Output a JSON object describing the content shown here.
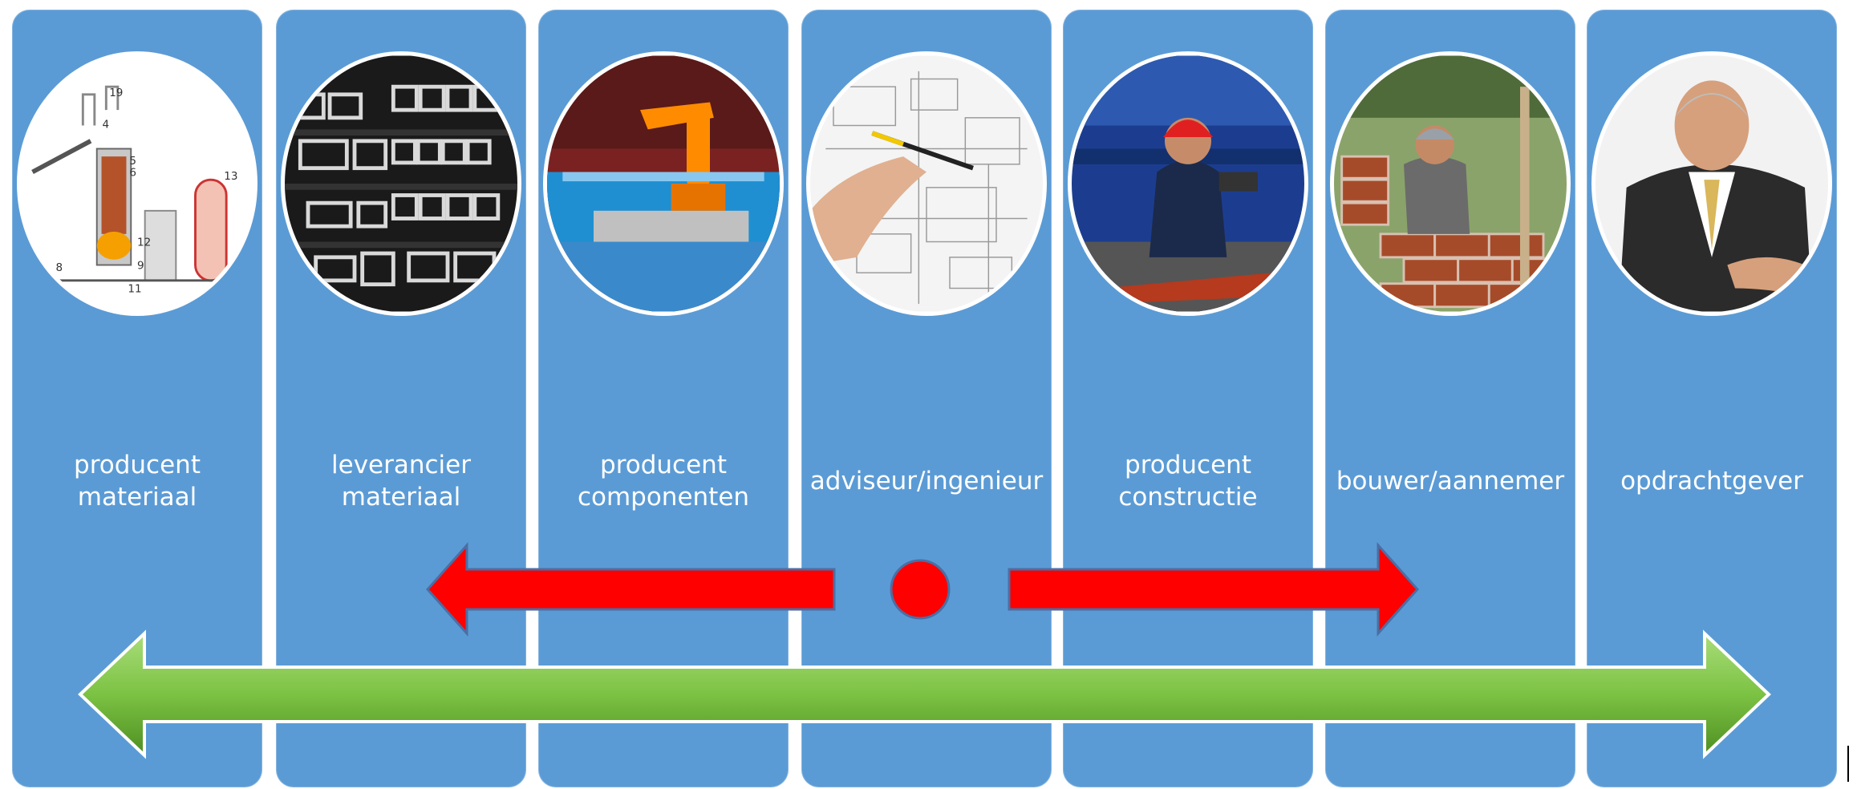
{
  "stages": [
    {
      "lines": [
        "producent",
        "materiaal"
      ],
      "image": "blast-furnace-diagram",
      "numbers": [
        "19",
        "4",
        "5",
        "6",
        "13",
        "12",
        "9",
        "8",
        "11"
      ]
    },
    {
      "lines": [
        "leverancier",
        "materiaal"
      ],
      "image": "steel-tube-stock"
    },
    {
      "lines": [
        "producent",
        "componenten"
      ],
      "image": "industrial-robot"
    },
    {
      "lines": [
        "adviseur/ingenieur"
      ],
      "image": "hand-drawing-plans"
    },
    {
      "lines": [
        "producent",
        "constructie"
      ],
      "image": "steel-construction-worker"
    },
    {
      "lines": [
        "bouwer/aannemer"
      ],
      "image": "bricklayer"
    },
    {
      "lines": [
        "opdrachtgever"
      ],
      "image": "client-handshake"
    }
  ],
  "colors": {
    "column": "#5b9bd5",
    "red_arrow": "#ff0000",
    "green_arrow": "#7cc243",
    "text": "#ffffff"
  }
}
